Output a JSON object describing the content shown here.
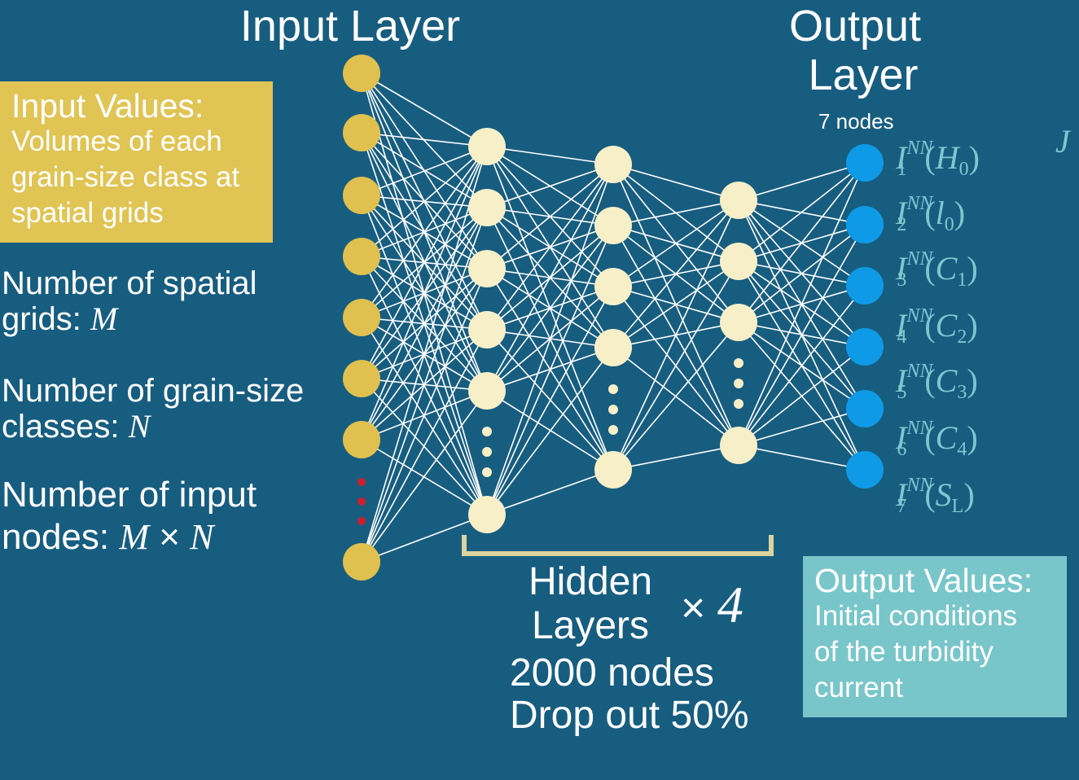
{
  "titles": {
    "input_layer": "Input Layer",
    "output_layer_line1": "Output",
    "output_layer_line2": "Layer",
    "output_nodes": "7 nodes"
  },
  "input_box": {
    "heading": "Input Values:",
    "lines": [
      "Volumes of each",
      "grain-size class at",
      "spatial grids"
    ]
  },
  "left_text": {
    "spatial_line1": "Number of spatial",
    "spatial_line2": "grids: ",
    "spatial_var": "M",
    "grain_line1": "Number of grain-size",
    "grain_line2": "classes: ",
    "grain_var": "N",
    "nodes_line1": "Number of input",
    "nodes_line2": "nodes: ",
    "nodes_var_m": "M",
    "nodes_times": " × ",
    "nodes_var_n": "N"
  },
  "hidden": {
    "line1": "Hidden",
    "line2": "Layers",
    "times": "× ",
    "count": "4",
    "nodes": "2000 nodes",
    "dropout": "Drop out 50%"
  },
  "output_box": {
    "heading": "Output Values:",
    "lines": [
      "Initial conditions",
      "of the turbidity",
      "current"
    ]
  },
  "output_labels": [
    {
      "base": "I",
      "sup": "NN",
      "sub": "1",
      "open": "(",
      "var": "H",
      "varsub": "0",
      "close": ")"
    },
    {
      "base": "I",
      "sup": "NN",
      "sub": "2",
      "open": "(",
      "var": "l",
      "varsub": "0",
      "close": ")"
    },
    {
      "base": "I",
      "sup": "NN",
      "sub": "3",
      "open": "(",
      "var": "C",
      "varsub": "1",
      "close": ")"
    },
    {
      "base": "I",
      "sup": "NN",
      "sub": "4",
      "open": "(",
      "var": "C",
      "varsub": "2",
      "close": ")"
    },
    {
      "base": "I",
      "sup": "NN",
      "sub": "5",
      "open": "(",
      "var": "C",
      "varsub": "3",
      "close": ")"
    },
    {
      "base": "I",
      "sup": "NN",
      "sub": "6",
      "open": "(",
      "var": "C",
      "varsub": "4",
      "close": ")"
    },
    {
      "base": "I",
      "sup": "NN",
      "sub": "7",
      "open": "(",
      "var": "S",
      "varsub": "L",
      "close": ")"
    }
  ],
  "corner_letter": "J",
  "colors": {
    "background": "#175d80",
    "input_node": "#e0c04e",
    "hidden_node": "#f7efc8",
    "output_node": "#0e9ae6",
    "edge": "#ffffff",
    "ellipsis_red": "#cc1f2e",
    "bracket": "#dcd3a0"
  }
}
